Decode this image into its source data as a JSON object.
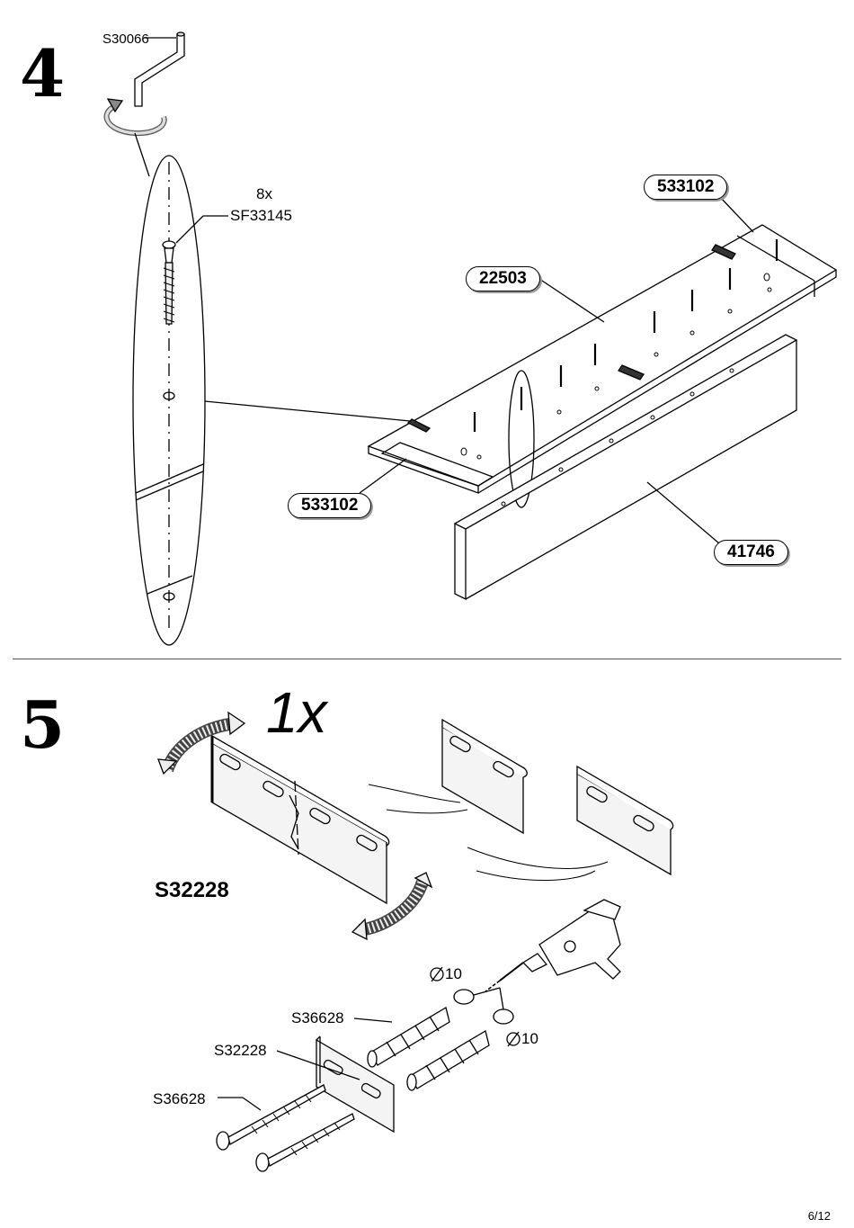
{
  "step4": {
    "number": "4",
    "tool_label": "S30066",
    "screw_qty": "8x",
    "screw_label": "SF33145",
    "part_top_right": "533102",
    "part_middle": "22503",
    "part_bottom_left": "533102",
    "part_front": "41746"
  },
  "step5": {
    "number": "5",
    "quantity": "1x",
    "bracket_label": "S32228",
    "dowel_label": "S36628",
    "plate_label": "S32228",
    "screw_label": "S36628",
    "drill_diameter_top": "10",
    "drill_diameter_bottom": "10"
  },
  "footer": {
    "page": "6/12"
  }
}
